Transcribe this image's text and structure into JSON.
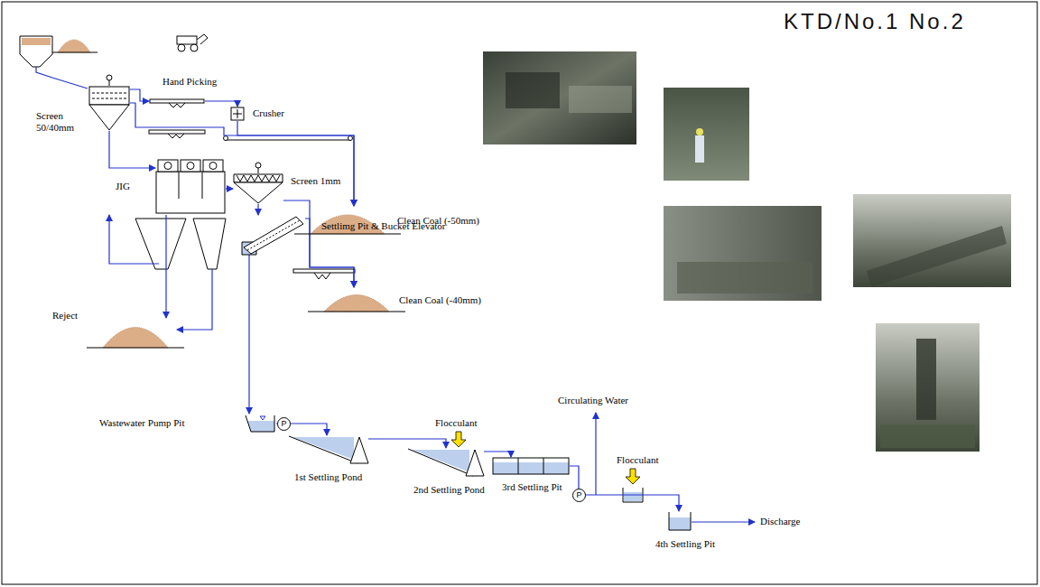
{
  "diagram": {
    "title": "KTD/No.1 No.2",
    "nodes": [
      {
        "text": [
          "Screen 50/40mm"
        ]
      },
      {
        "text": [
          "Hand Picking"
        ]
      },
      {
        "text": [
          "Crusher"
        ]
      },
      {
        "text": [
          "Clean Coal (-50mm)"
        ]
      },
      {
        "text": [
          "JIG"
        ]
      },
      {
        "text": [
          "Screen 1mm"
        ]
      },
      {
        "text": [
          "Settlimg Pit & Bucket Elevator"
        ]
      },
      {
        "text": [
          "Reject"
        ]
      },
      {
        "text": [
          "Clean Coal (-40mm)"
        ]
      },
      {
        "text": [
          "Wastewater Pump Pit"
        ]
      },
      {
        "text": [
          "1st Settling Pond"
        ]
      },
      {
        "text": [
          "2nd Settling Pond"
        ]
      },
      {
        "text": [
          "3rd Settling Pit"
        ]
      },
      {
        "text": [
          "4th Settling Pit"
        ]
      }
    ],
    "edges": [
      {
        "from": 0,
        "to": 1,
        "arrow": "to"
      },
      {
        "from": 1,
        "to": 2,
        "arrow": "to"
      },
      {
        "from": 2,
        "to": 3,
        "arrow": "to"
      },
      {
        "from": 0,
        "to": 3,
        "arrow": "to"
      },
      {
        "from": 0,
        "to": 4,
        "arrow": "to"
      },
      {
        "from": 4,
        "to": 7,
        "arrow": "to"
      },
      {
        "from": 4,
        "to": 5,
        "arrow": "to"
      },
      {
        "from": 5,
        "to": 6,
        "arrow": "to"
      },
      {
        "from": 5,
        "to": 8,
        "arrow": "to"
      },
      {
        "from": 6,
        "to": 8,
        "arrow": "to"
      },
      {
        "from": 6,
        "to": 9,
        "arrow": "to"
      },
      {
        "from": 9,
        "to": 10,
        "arrow": "to"
      },
      {
        "from": 10,
        "to": 11,
        "arrow": "to"
      },
      {
        "from": 11,
        "to": 12,
        "arrow": "to"
      },
      {
        "from": 12,
        "to": 13,
        "arrow": "to"
      }
    ],
    "labels": [
      "P",
      "Flocculant",
      "Circulating Water",
      "Flocculant",
      "P",
      "Discharge"
    ]
  }
}
